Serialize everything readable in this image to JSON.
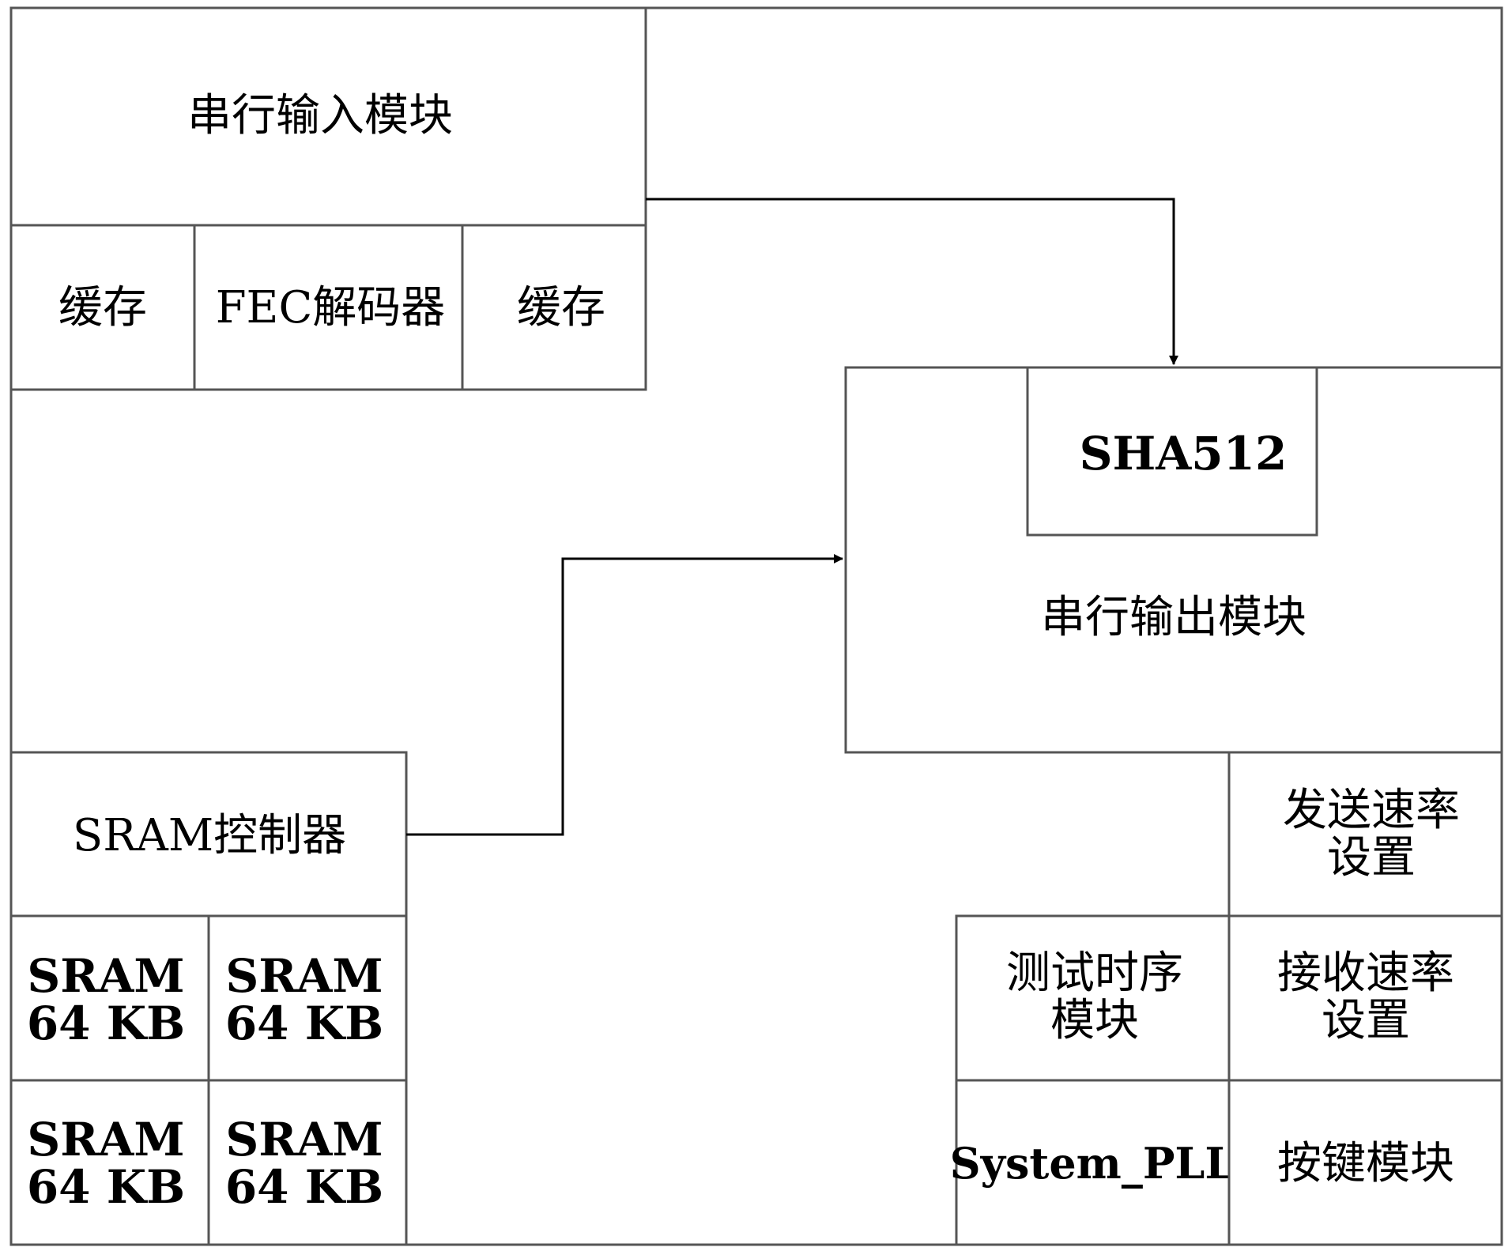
{
  "diagram": {
    "serial_input": "串行输入模块",
    "cache_left": "缓存",
    "fec_decoder": "FEC解码器",
    "cache_right": "缓存",
    "sha512": "SHA512",
    "serial_output": "串行输出模块",
    "sram_controller": "SRAM控制器",
    "sram_banks": [
      {
        "line1": "SRAM",
        "line2": "64 KB"
      },
      {
        "line1": "SRAM",
        "line2": "64 KB"
      },
      {
        "line1": "SRAM",
        "line2": "64 KB"
      },
      {
        "line1": "SRAM",
        "line2": "64 KB"
      }
    ],
    "send_rate": {
      "line1": "发送速率",
      "line2": "设置"
    },
    "test_timing": {
      "line1": "测试时序",
      "line2": "模块"
    },
    "receive_rate": {
      "line1": "接收速率",
      "line2": "设置"
    },
    "system_pll": "System_PLL",
    "key_module": "按键模块"
  }
}
